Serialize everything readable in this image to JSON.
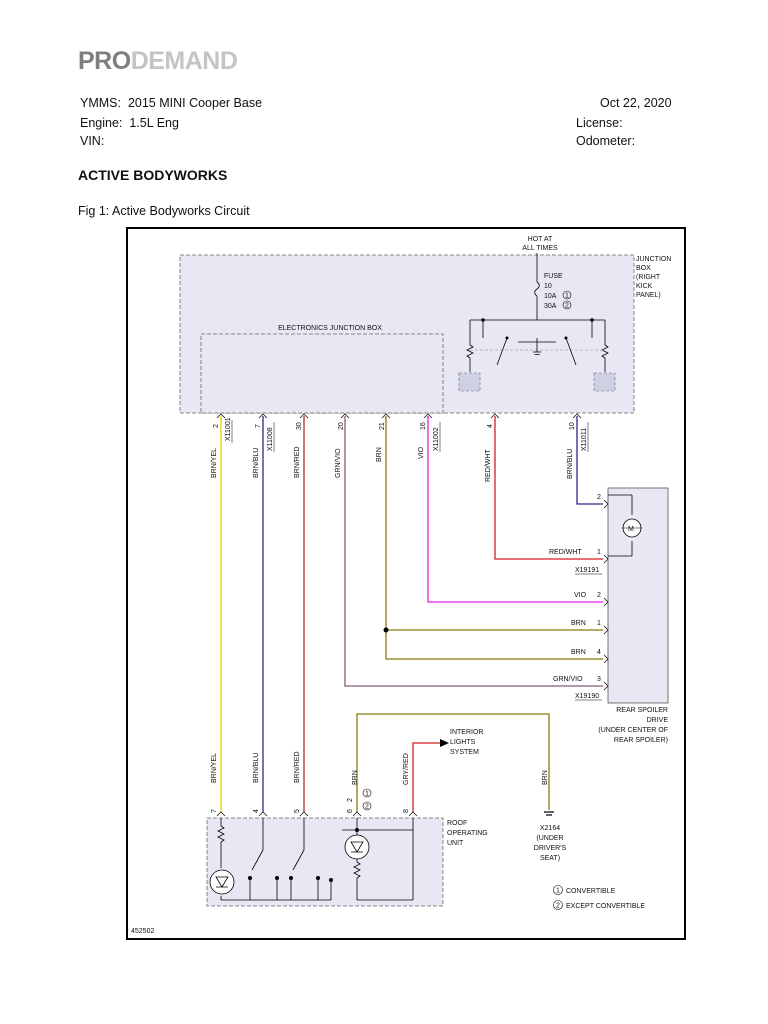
{
  "brand": {
    "part1": "PRO",
    "part2": "DEMAND"
  },
  "vehicle": {
    "ymms_label": "YMMS:",
    "ymms_value": "2015 MINI Cooper Base",
    "engine_label": "Engine:",
    "engine_value": "1.5L Eng",
    "vin_label": "VIN:",
    "date": "Oct 22, 2020",
    "license_label": "License:",
    "odometer_label": "Odometer:"
  },
  "section_title": "ACTIVE BODYWORKS",
  "figure_caption": "Fig 1: Active Bodyworks Circuit",
  "diagram": {
    "hot_at": "HOT AT",
    "all_times": "ALL TIMES",
    "fuse": "FUSE",
    "fuse_num": "10",
    "fuse_a": "10A",
    "fuse_b": "30A",
    "jb1": "JUNCTION",
    "jb2": "BOX",
    "jb3": "(RIGHT",
    "jb4": "KICK",
    "jb5": "PANEL)",
    "ejb": "ELECTRONICS JUNCTION BOX",
    "conn_x11001": "X11001",
    "conn_x11008": "X11008",
    "conn_x11002": "X11002",
    "conn_x11011": "X11011",
    "pin2": "2",
    "pin7": "7",
    "pin30": "30",
    "pin20": "20",
    "pin21": "21",
    "pin16": "16",
    "pin4": "4",
    "pin10": "10",
    "w_brnyel": "BRN/YEL",
    "w_brnblu": "BRN/BLU",
    "w_brnred": "BRN/RED",
    "w_grnvio": "GRN/VIO",
    "w_brn": "BRN",
    "w_vio": "VIO",
    "w_redwht": "RED/WHT",
    "w_brnblu2": "BRN/BLU",
    "motor": "M",
    "sp2": "2",
    "sp1": "1",
    "sp_redwht": "RED/WHT",
    "x19191": "X19191",
    "sp_vio": "VIO",
    "sp_vio_pin": "2",
    "sp_brn1": "BRN",
    "sp_brn1_pin": "1",
    "sp_brn4": "BRN",
    "sp_brn4_pin": "4",
    "sp_grnvio": "GRN/VIO",
    "sp_grnvio_pin": "3",
    "x19190": "X19190",
    "rsd1": "REAR SPOILER",
    "rsd2": "DRIVE",
    "rsd3": "(UNDER CENTER OF",
    "rsd4": "REAR SPOILER)",
    "il1": "INTERIOR",
    "il2": "LIGHTS",
    "il3": "SYSTEM",
    "lw_brnyel": "BRN/YEL",
    "lw_brnblu": "BRN/BLU",
    "lw_brnred": "BRN/RED",
    "lw_brn": "BRN",
    "lw_gryred": "GRY/RED",
    "lw_brn2": "BRN",
    "rp7": "7",
    "rp4": "4",
    "rp5": "5",
    "rp6": "6",
    "rp2": "2",
    "rp8": "8",
    "rou1": "ROOF",
    "rou2": "OPERATING",
    "rou3": "UNIT",
    "g1": "X2164",
    "g2": "(UNDER",
    "g3": "DRIVER'S",
    "g4": "SEAT)",
    "leg1": "CONVERTIBLE",
    "leg2": "EXCEPT CONVERTIBLE",
    "c1": "1",
    "c2": "2",
    "fig_id": "452502"
  },
  "colors": {
    "brn_yel": "#e8d000",
    "brn_blu": "#2a2a8c",
    "brn_red": "#b03020",
    "grn_vio": "#8a5a7a",
    "brn": "#8a7a10",
    "vio": "#e020e0",
    "red_wht": "#d02020",
    "gry_red": "#d02020"
  }
}
